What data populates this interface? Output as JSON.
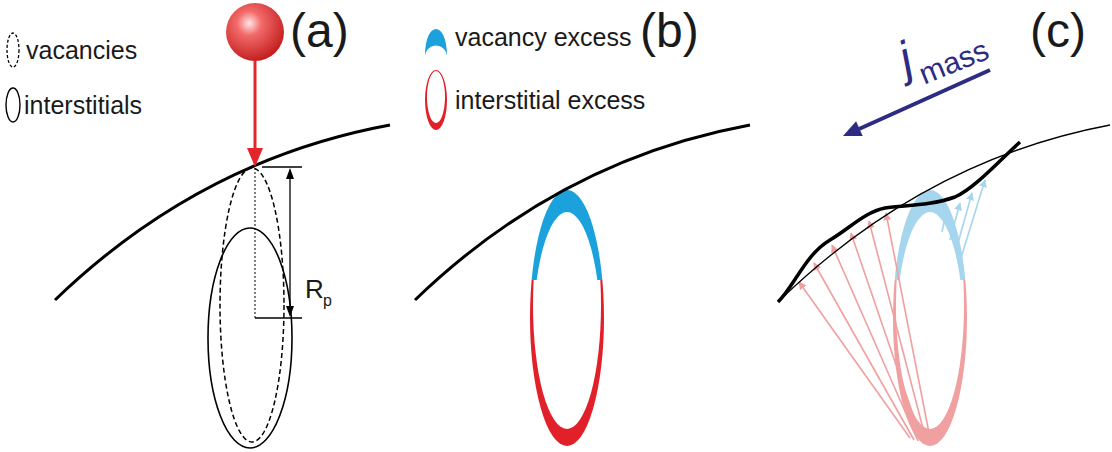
{
  "diagram": {
    "labels": [
      "(a)",
      "(b)",
      "(c)",
      "R",
      "p",
      "j",
      "mass"
    ],
    "legend": [
      {
        "text": "vacancies"
      },
      {
        "text": "interstitials"
      },
      {
        "text": "vacancy excess",
        "color": "#1ba1db"
      },
      {
        "text": "interstitial excess",
        "color": "#e2202a"
      }
    ]
  }
}
